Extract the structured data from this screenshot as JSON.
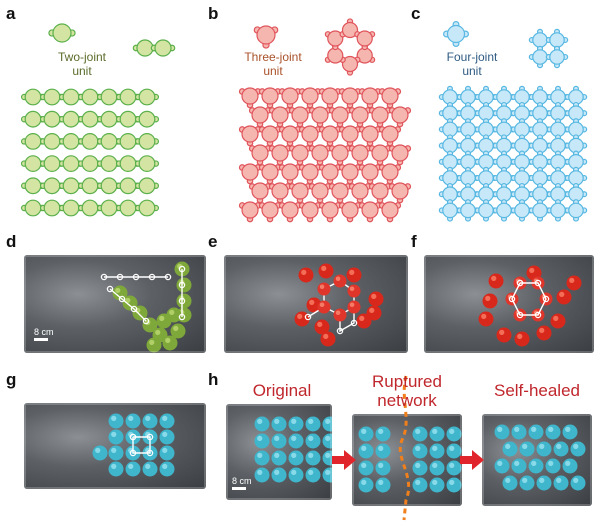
{
  "panels": {
    "a": "a",
    "b": "b",
    "c": "c",
    "d": "d",
    "e": "e",
    "f": "f",
    "g": "g",
    "h": "h"
  },
  "labels": {
    "two_joint": [
      "Two-joint",
      "unit"
    ],
    "three_joint": [
      "Three-joint",
      "unit"
    ],
    "four_joint": [
      "Four-joint",
      "unit"
    ]
  },
  "stages": {
    "original": "Original",
    "ruptured": [
      "Ruptured",
      "network"
    ],
    "healed": "Self-healed"
  },
  "scale_bar": "8 cm",
  "colors": {
    "green_fill": "#d4e4a3",
    "green_stroke": "#5bb04b",
    "red_fill": "#f6b6b0",
    "red_stroke": "#e0545b",
    "blue_fill": "#c6e8f8",
    "blue_stroke": "#58b8e2",
    "label_green": "#5a6b2a",
    "label_red": "#a9512a",
    "label_blue": "#2f5b82",
    "stage_red": "#c0272d",
    "arrow_red": "#e0262c",
    "rupture_orange": "#f07f1c"
  }
}
